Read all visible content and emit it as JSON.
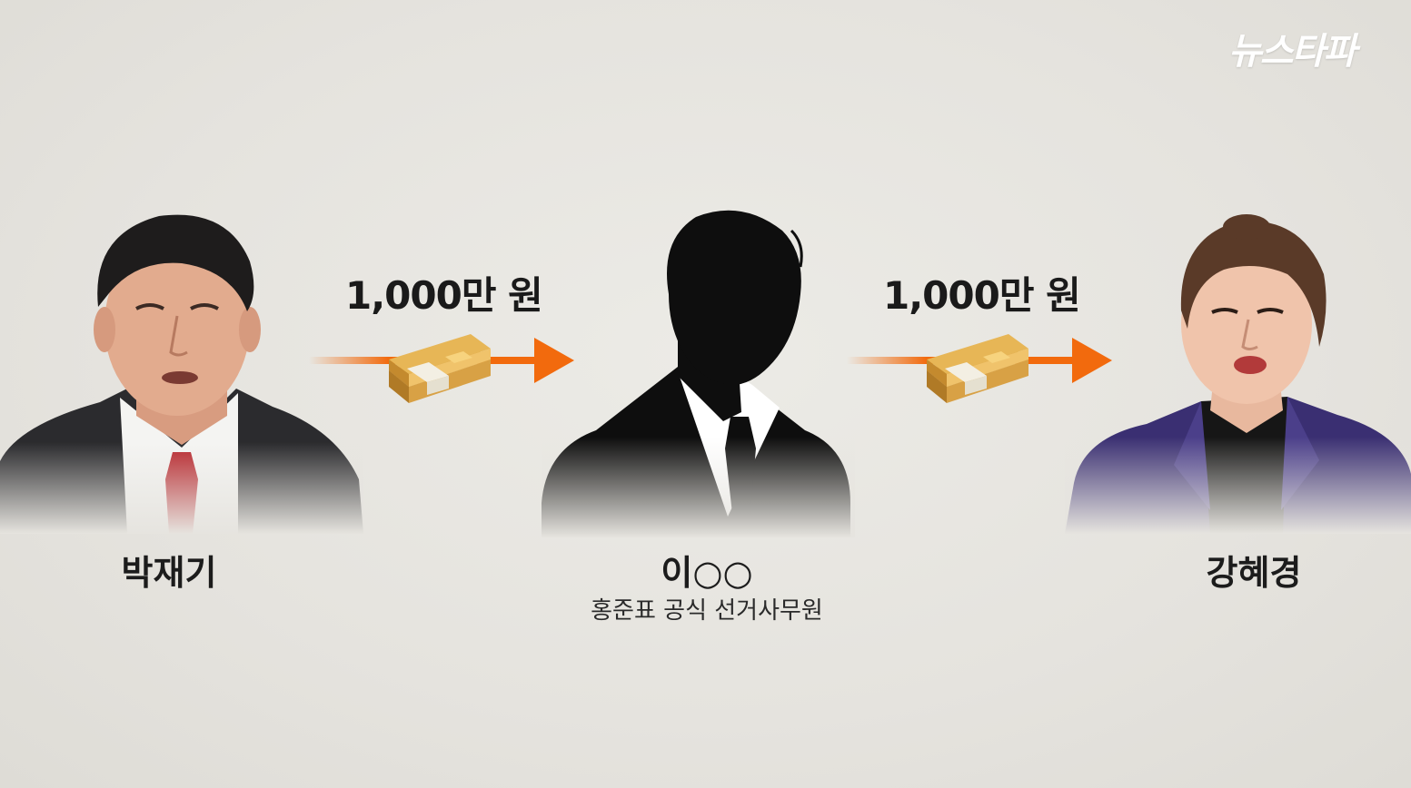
{
  "logo": {
    "text": "뉴스타파"
  },
  "transfers": [
    {
      "amount_label": "1,000만 원"
    },
    {
      "amount_label": "1,000만 원"
    }
  ],
  "people": {
    "left": {
      "name": "박재기"
    },
    "middle": {
      "name": "이○○",
      "role": "홍준표 공식 선거사무원"
    },
    "right": {
      "name": "강혜경"
    }
  },
  "colors": {
    "background": "#e6e4df",
    "arrow": "#f26a0d",
    "cash_band": "#f3efe3",
    "cash_gold": "#e7b656",
    "text": "#1c1c1c"
  }
}
